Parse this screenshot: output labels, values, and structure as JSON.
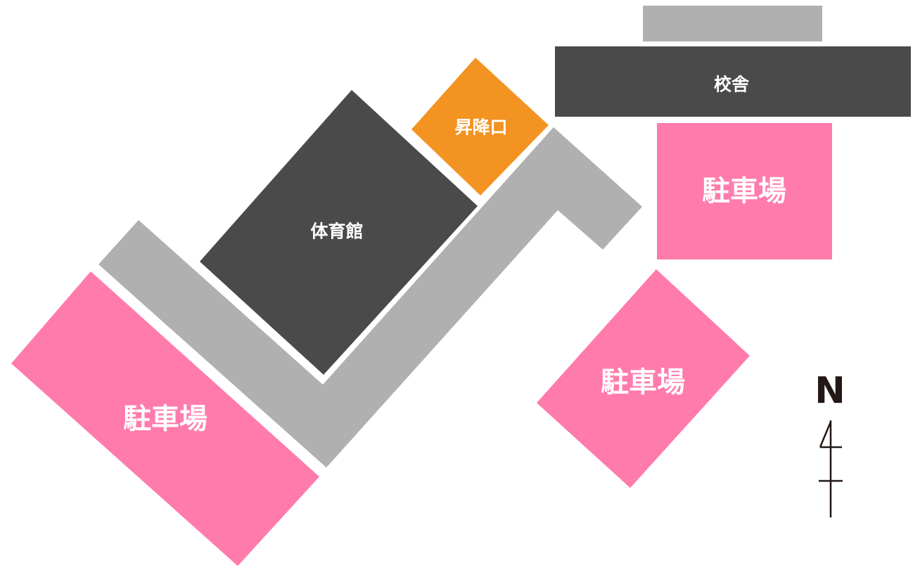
{
  "map": {
    "buildings": {
      "school_building": {
        "label": "校舎",
        "color": "#4a4a4a"
      },
      "gymnasium": {
        "label": "体育館",
        "color": "#4a4a4a"
      },
      "entrance": {
        "label": "昇降口",
        "color": "#f39322"
      }
    },
    "parking_lots": {
      "color": "#ff7bab",
      "northeast": {
        "label": "駐車場"
      },
      "east": {
        "label": "駐車場"
      },
      "southwest": {
        "label": "駐車場"
      }
    },
    "walkway_color": "#b0b0b0",
    "compass": {
      "letter": "N",
      "color": "#231815"
    }
  }
}
